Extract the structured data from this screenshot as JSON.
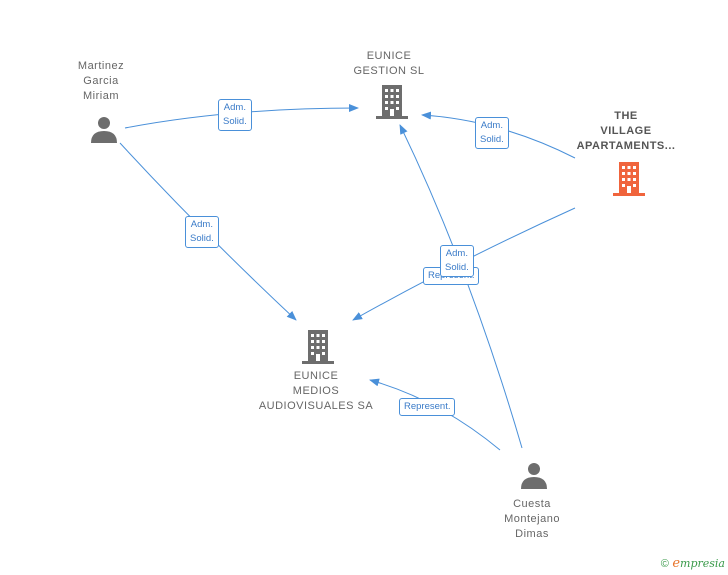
{
  "colors": {
    "edge": "#4a90d9",
    "building": "#6d6d6d",
    "building_main": "#f0643c",
    "person": "#6d6d6d"
  },
  "nodes": {
    "martinez": {
      "label": "Martinez\nGarcia\nMiriam",
      "icon": "person-icon"
    },
    "eunice_gestion": {
      "label": "EUNICE\nGESTION SL",
      "icon": "building-icon"
    },
    "village": {
      "label": "THE\nVILLAGE\nAPARTAMENTS...",
      "icon": "building-icon"
    },
    "eunice_medios": {
      "label": "EUNICE\nMEDIOS\nAUDIOVISUALES SA",
      "icon": "building-icon"
    },
    "cuesta": {
      "label": "Cuesta\nMontejano\nDimas",
      "icon": "person-icon"
    }
  },
  "edges": [
    {
      "label": "Adm.\nSolid."
    },
    {
      "label": "Adm.\nSolid."
    },
    {
      "label": "Adm.\nSolid."
    },
    {
      "label": "Adm.\nSolid."
    },
    {
      "label": "Represent."
    },
    {
      "label": "Represent."
    }
  ],
  "footer": {
    "copyright": "©",
    "brand_e": "e",
    "brand_rest": "mpresia"
  }
}
